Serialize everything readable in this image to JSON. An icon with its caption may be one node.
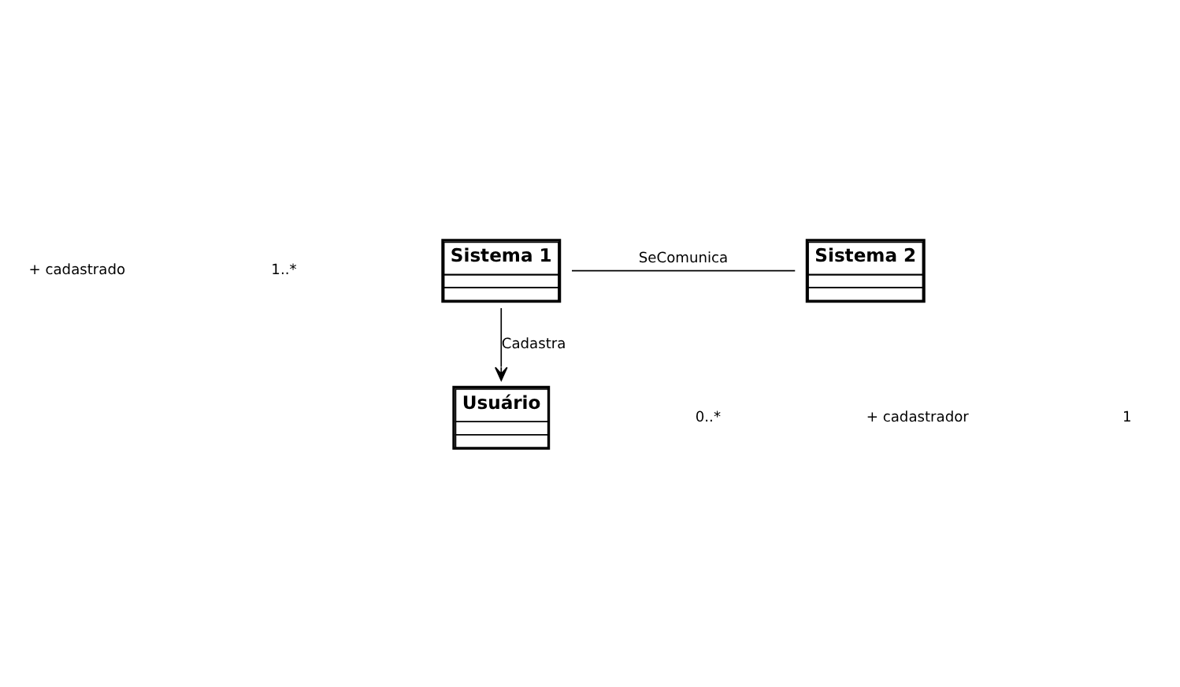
{
  "diagram": {
    "nodes": [
      {
        "text": [
          "Sistema 1"
        ]
      },
      {
        "text": [
          "Sistema 2"
        ]
      },
      {
        "text": [
          "Usuário"
        ]
      }
    ],
    "edges": [
      {
        "from": 0,
        "to": 1,
        "arrow": "none",
        "label": "SeComunica"
      },
      {
        "from": 0,
        "to": 2,
        "arrow": "to",
        "label": "Cadastra"
      }
    ],
    "labels": [
      "0..*",
      "1",
      "+ cadastrador",
      "+ cadastrado",
      "1..*"
    ]
  }
}
